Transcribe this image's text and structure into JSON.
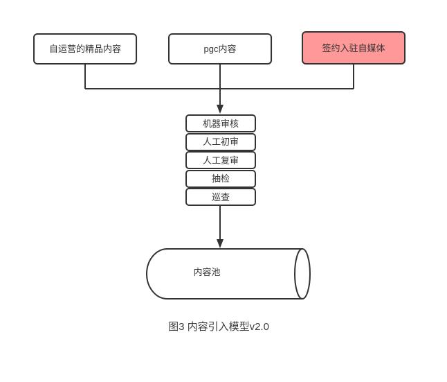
{
  "figure": {
    "caption": "图3 内容引入模型v2.0"
  },
  "flowchart": {
    "sources": [
      {
        "id": "self-operated",
        "label": "自运营的精品内容",
        "highlighted": false
      },
      {
        "id": "pgc",
        "label": "pgc内容",
        "highlighted": false
      },
      {
        "id": "signed-media",
        "label": "签约入驻自媒体",
        "highlighted": true
      }
    ],
    "review_pipeline": {
      "steps": [
        {
          "label": "机器审核"
        },
        {
          "label": "人工初审"
        },
        {
          "label": "人工复审"
        },
        {
          "label": "抽检"
        },
        {
          "label": "巡查"
        }
      ]
    },
    "sink": {
      "label": "内容池",
      "shape": "horizontal-cylinder"
    },
    "colors": {
      "line": "#333333",
      "node_border": "#333333",
      "node_fill": "#ffffff",
      "highlight_fill": "#ff9898",
      "text": "#333333",
      "background": "#ffffff"
    }
  }
}
